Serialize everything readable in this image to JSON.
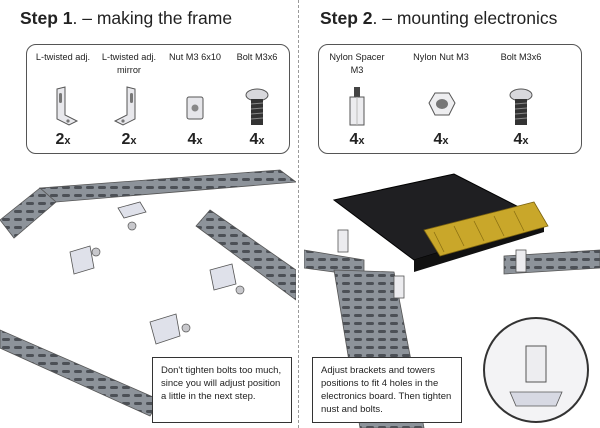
{
  "step1": {
    "num": "Step 1",
    "rest": ". – making the frame",
    "parts": [
      {
        "label": "L-twisted adj.",
        "qty": "2",
        "unit": "x",
        "icon": "l-bracket-icon"
      },
      {
        "label": "L-twisted adj. mirror",
        "qty": "2",
        "unit": "x",
        "icon": "l-bracket-mirror-icon"
      },
      {
        "label": "Nut M3 6x10",
        "qty": "4",
        "unit": "x",
        "icon": "nut-icon"
      },
      {
        "label": "Bolt M3x6",
        "qty": "4",
        "unit": "x",
        "icon": "bolt-icon"
      }
    ],
    "note": "Don't tighten bolts too much, since you will adjust position a little in the next step."
  },
  "step2": {
    "num": "Step 2",
    "rest": ". – mounting electronics",
    "parts": [
      {
        "label": "Nylon Spacer M3",
        "qty": "4",
        "unit": "x",
        "icon": "spacer-icon"
      },
      {
        "label": "Nylon Nut M3",
        "qty": "4",
        "unit": "x",
        "icon": "hex-nut-icon"
      },
      {
        "label": "Bolt M3x6",
        "qty": "4",
        "unit": "x",
        "icon": "bolt-icon"
      }
    ],
    "note": "Adjust brackets and towers positions to fit 4 holes in the electronics board. Then tighten nust and bolts."
  }
}
